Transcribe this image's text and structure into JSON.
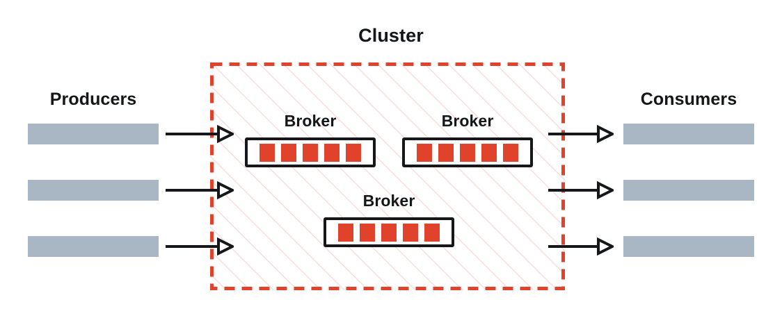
{
  "diagram": {
    "title": "Cluster",
    "background": "#ffffff",
    "colors": {
      "cluster_border": "#e0422b",
      "cluster_hatch": "#f9dedc",
      "partition": "#e0422b",
      "endpoint_bar": "#a9b6c3",
      "broker_border": "#16171b",
      "text": "#15161a",
      "arrow": "#16171b"
    }
  },
  "producers": {
    "label": "Producers",
    "lanes": [
      {
        "id": "producer-lane-1"
      },
      {
        "id": "producer-lane-2"
      },
      {
        "id": "producer-lane-3"
      }
    ]
  },
  "consumers": {
    "label": "Consumers",
    "lanes": [
      {
        "id": "consumer-lane-1"
      },
      {
        "id": "consumer-lane-2"
      },
      {
        "id": "consumer-lane-3"
      }
    ]
  },
  "brokers": [
    {
      "label": "Broker",
      "partitions": 5
    },
    {
      "label": "Broker",
      "partitions": 5
    },
    {
      "label": "Broker",
      "partitions": 5
    }
  ],
  "arrows": {
    "inbound_count": 3,
    "outbound_count": 3,
    "head_style": "hollow-triangle"
  }
}
